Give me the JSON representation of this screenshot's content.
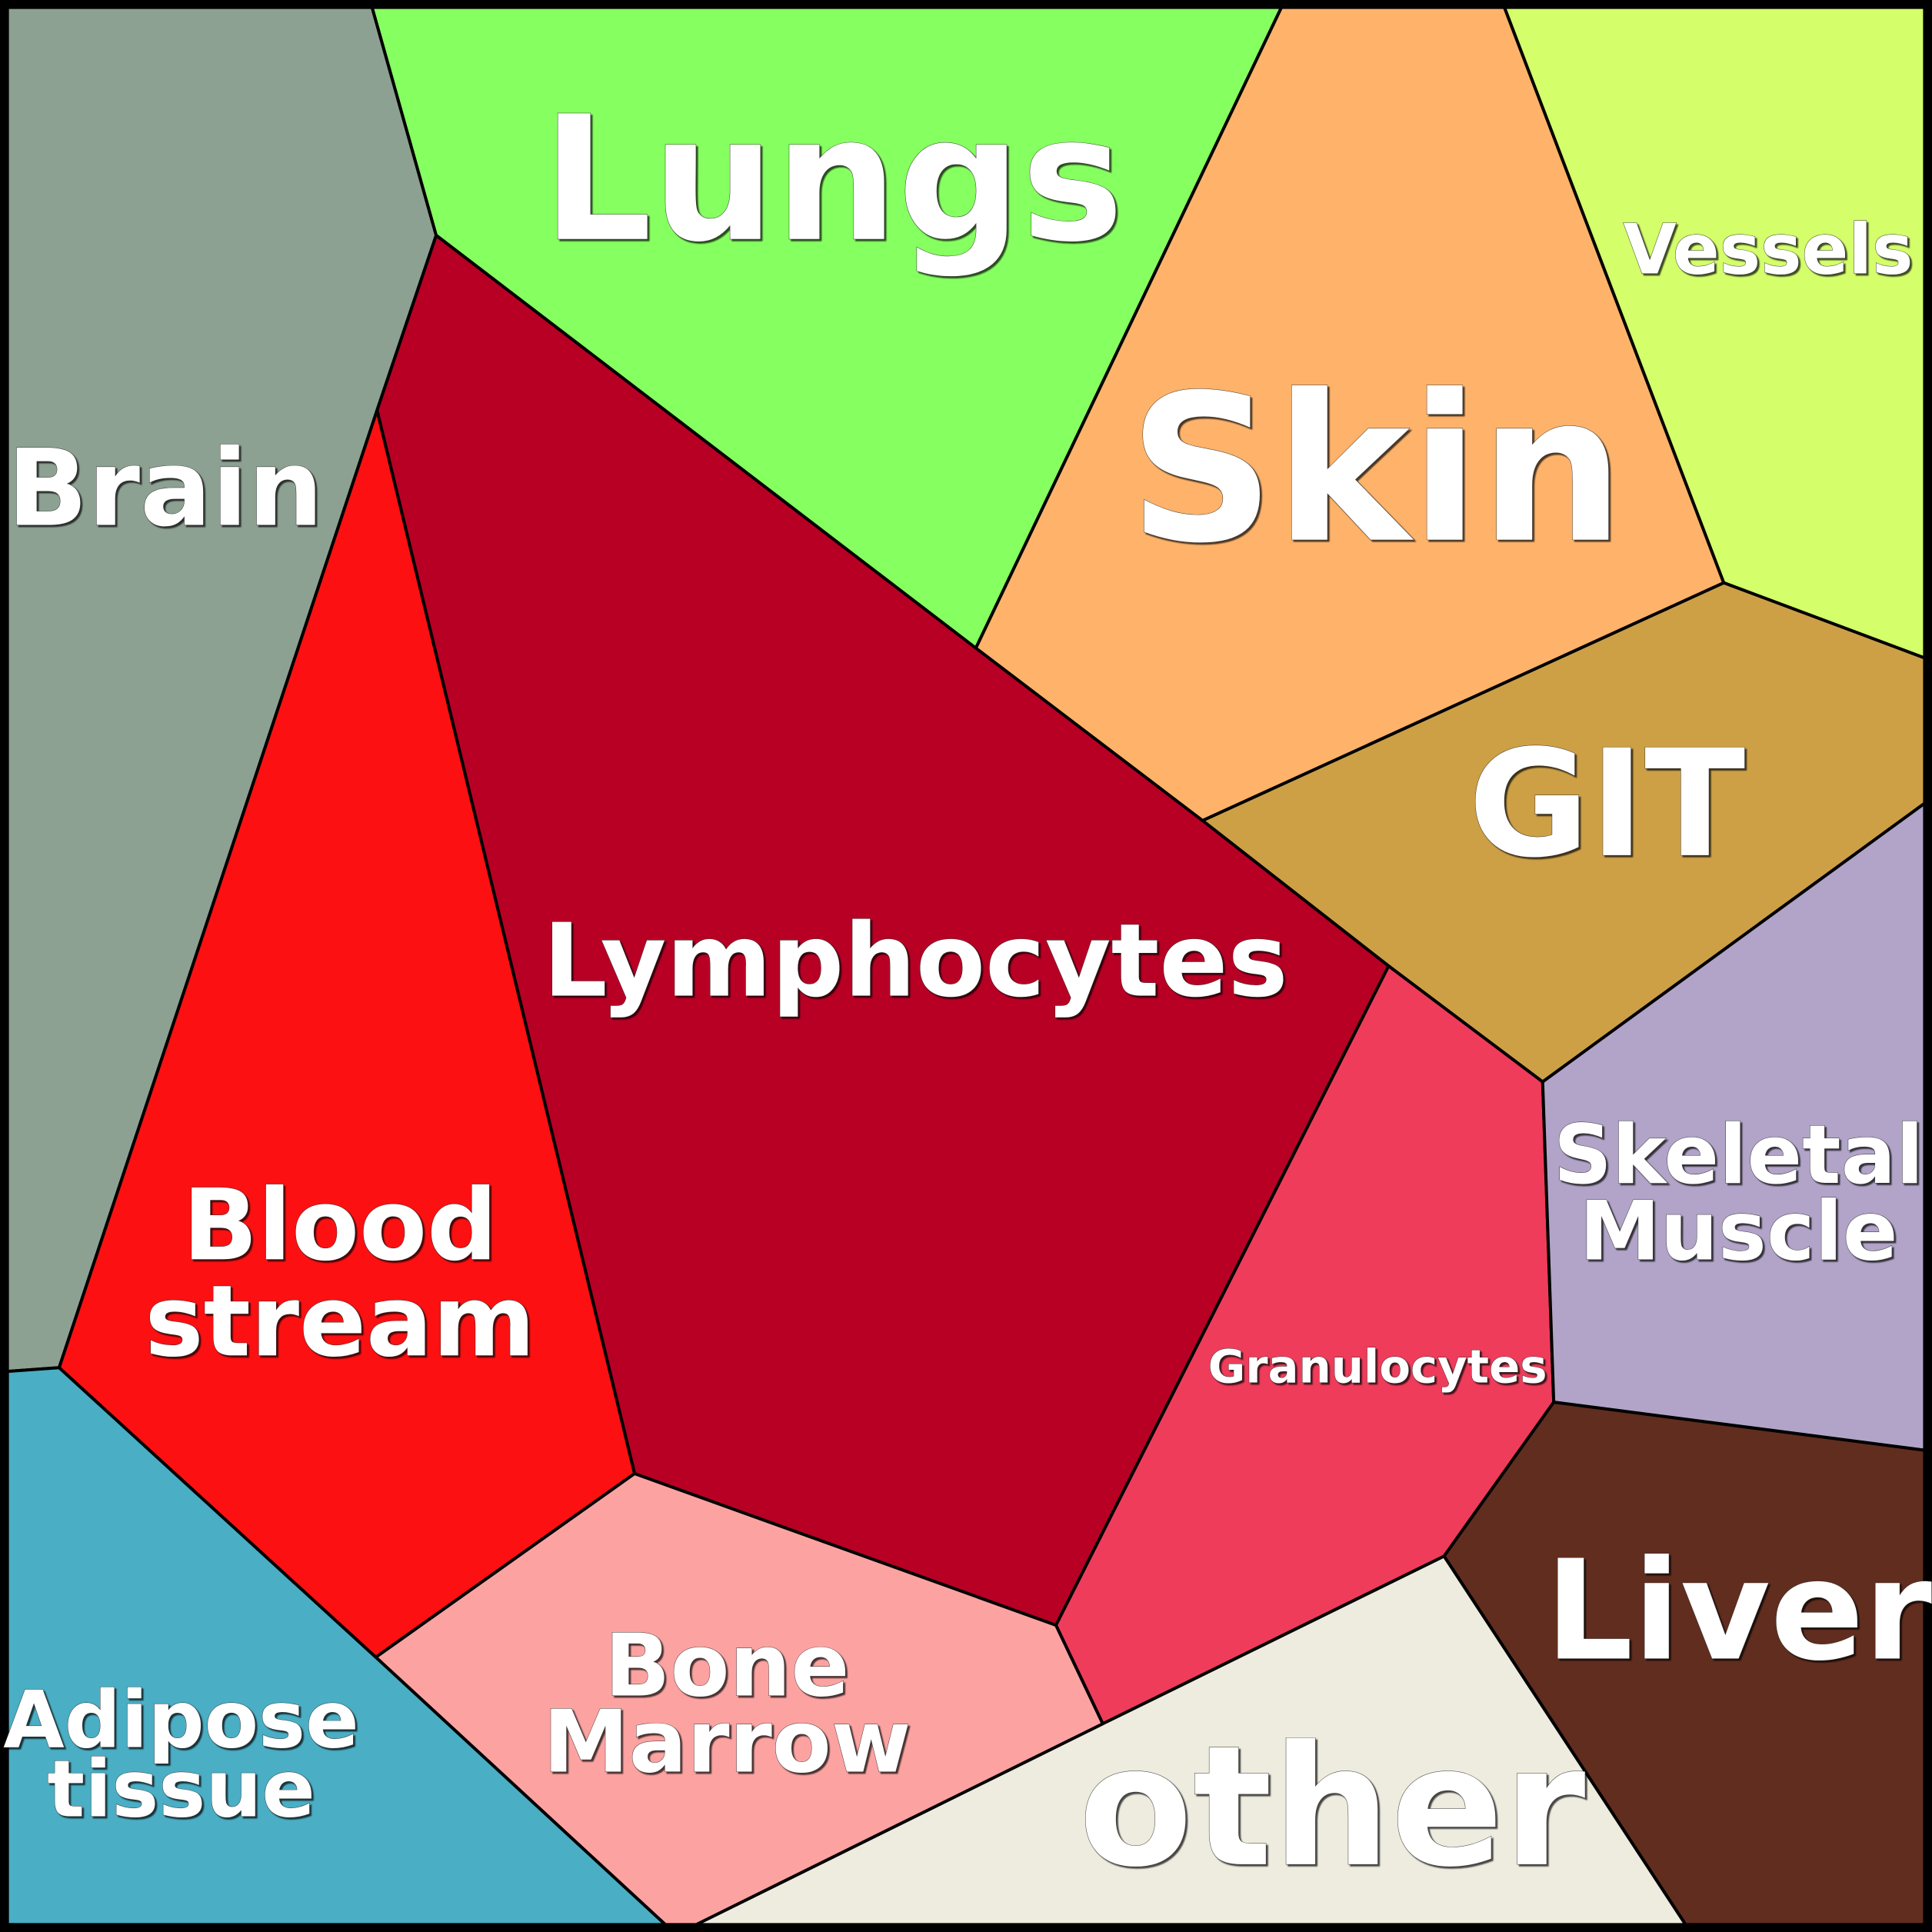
{
  "title": "Voronoi treemap of tissues",
  "regions": {
    "brain": {
      "label": "Brain",
      "color": "#8da193"
    },
    "lungs": {
      "label": "Lungs",
      "color": "#86ff60"
    },
    "skin": {
      "label": "Skin",
      "color": "#ffb36a"
    },
    "vessels": {
      "label": "Vessels",
      "color": "#d4ff6a"
    },
    "git": {
      "label": "GIT",
      "color": "#cda046"
    },
    "lymphocytes": {
      "label": "Lymphocytes",
      "color": "#b80024"
    },
    "blood_stream": {
      "label_line1": "Blood",
      "label_line2": "stream",
      "color": "#fc1012"
    },
    "granulocytes": {
      "label": "Granulocytes",
      "color": "#ef3c5a"
    },
    "skeletal_muscle": {
      "label_line1": "Skeletal",
      "label_line2": "Muscle",
      "color": "#b1a4c8"
    },
    "liver": {
      "label": "Liver",
      "color": "#612d1e"
    },
    "other": {
      "label": "other",
      "color": "#eeebdf"
    },
    "bone_marrow": {
      "label_line1": "Bone",
      "label_line2": "Marrow",
      "color": "#fca3a2"
    },
    "adipose_tissue": {
      "label_line1": "Adipose",
      "label_line2": "tissue",
      "color": "#4aaec5"
    }
  }
}
